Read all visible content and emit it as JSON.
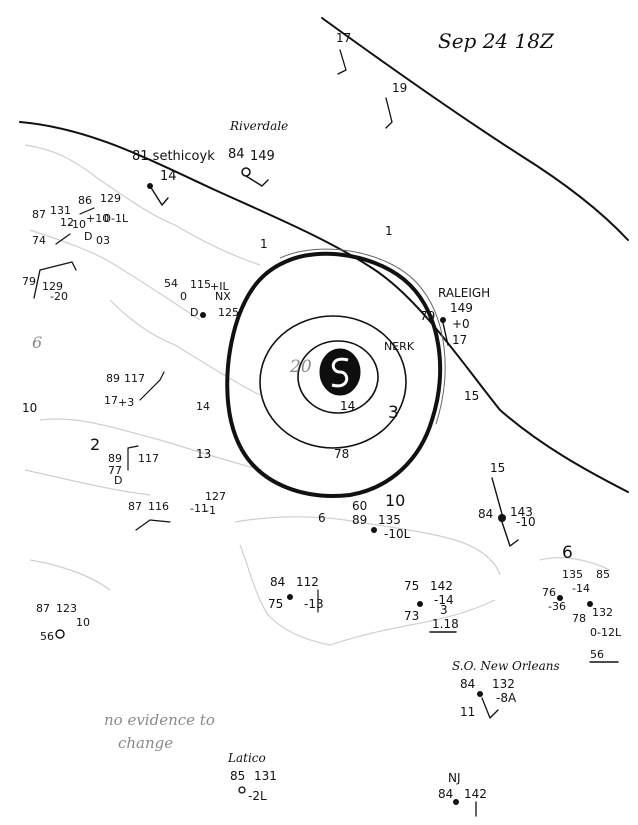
{
  "header": {
    "date_label": "Sep 24 18Z"
  },
  "storm": {
    "isobar_labels": [
      "20",
      "3"
    ]
  },
  "places": {
    "riverdale": "Riverdale",
    "schicoyk": "81 sethicoyk",
    "raleigh": "RALEIGH",
    "nerk": "NERK",
    "nx": "NX",
    "new_orleans": "S.O. New Orleans",
    "nj": "NJ",
    "latice": "Latico"
  },
  "stations": {
    "riverdale_obs": [
      "84",
      "149"
    ],
    "schicoyk_obs": [
      "14"
    ],
    "raleigh_obs": [
      "79",
      "149",
      "+0",
      "17"
    ],
    "west_a": [
      "87",
      "131",
      "74",
      "12",
      "-10",
      "D",
      "03",
      "86",
      "129",
      "+10",
      "0-1L"
    ],
    "west_b": [
      "79",
      "129",
      "-20"
    ],
    "center_west": [
      "54",
      "115",
      "+IL",
      "0",
      "125",
      "D"
    ],
    "center_sw": [
      "89",
      "117",
      "+3",
      "17",
      "14"
    ],
    "sw_a": [
      "89",
      "117",
      "77",
      "D"
    ],
    "sw_b": [
      "87",
      "116",
      "127",
      "-11",
      "-1"
    ],
    "south": [
      "60",
      "10",
      "89",
      "135",
      "-10L"
    ],
    "cuba_a": [
      "84",
      "112",
      "-13",
      "75"
    ],
    "cuba_b": [
      "75",
      "142",
      "-14",
      "73",
      "3",
      "1.18"
    ],
    "ne_15": [
      "15",
      "84",
      "143",
      "-10"
    ],
    "far_e": [
      "6",
      "85",
      "135",
      "-14",
      "78",
      "132",
      "0-12L",
      "56",
      "76",
      "-36"
    ],
    "far_sw": [
      "87",
      "123",
      "56",
      "10"
    ],
    "new_orleans_obs": [
      "84",
      "132",
      "-8A",
      "11"
    ],
    "nj_obs": [
      "84",
      "142"
    ],
    "latice_obs": [
      "85",
      "131",
      "-2L"
    ],
    "misc": [
      "17",
      "19",
      "1",
      "1",
      "15",
      "10",
      "2",
      "6",
      "14",
      "13",
      "78",
      "6"
    ]
  },
  "annotations": {
    "note_line1": "no evidence to",
    "note_line2": "change"
  }
}
